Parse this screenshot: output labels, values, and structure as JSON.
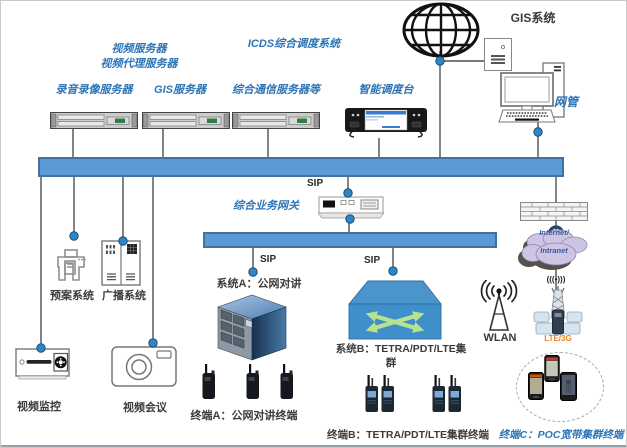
{
  "header": {
    "icds_title": "ICDS综合调度系统"
  },
  "colors": {
    "bus_fill": "#5B9BD5",
    "bus_border": "#41719C",
    "label_blue": "#2E75B6",
    "label_dark": "#3F3A3A",
    "lte_orange": "#E8821E",
    "cloud_fill": "#CDC5E2",
    "dot_fill": "#2E86C8"
  },
  "servers": {
    "video_server": "视频服务器",
    "video_proxy_server": "视频代理服务器",
    "recording_server": "录音录像服务器",
    "gis_server": "GIS服务器",
    "comm_server": "综合通信服务器等",
    "dispatch_console": "智能调度台"
  },
  "top_right": {
    "gis_system": "GIS系统",
    "network_mgmt": "网管"
  },
  "gateway": {
    "label": "综合业务网关",
    "sip_top": "SIP",
    "sip_a": "SIP",
    "sip_b": "SIP"
  },
  "left_systems": {
    "plan": "预案系统",
    "broadcast": "广播系统",
    "video_monitor": "视频监控",
    "video_conf": "视频会议"
  },
  "system_a": {
    "label": "系统A：公网对讲",
    "terminal": "终端A：公网对讲终端"
  },
  "system_b": {
    "label_line1": "系统B：TETRA/PDT/LTE集",
    "label_line2": "群",
    "terminal": "终端B：TETRA/PDT/LTE集群终端"
  },
  "system_c": {
    "terminal": "终端C：POC宽带集群终端"
  },
  "wireless": {
    "wlan": "WLAN",
    "lte": "LTE/3G",
    "antenna_glyph": "(((•)))"
  },
  "cloud": {
    "line1": "Internet/",
    "line2": "Intranet"
  }
}
